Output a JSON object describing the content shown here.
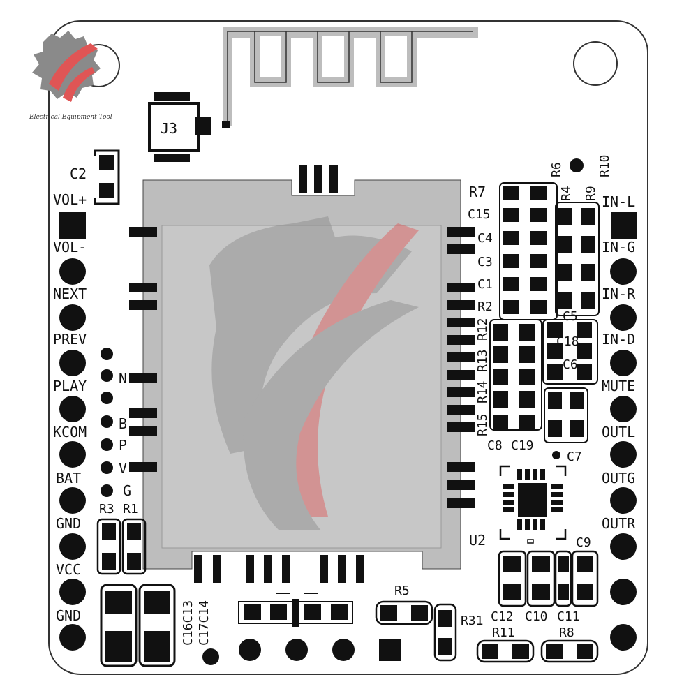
{
  "logo": {
    "caption": "Electrical Equipment Tool"
  },
  "connector_label": "J3",
  "left_pins": [
    "VOL+",
    "VOL-",
    "NEXT",
    "PREV",
    "PLAY",
    "KCOM",
    "BAT",
    "GND",
    "VCC",
    "GND"
  ],
  "right_pins": [
    "IN-L",
    "IN-G",
    "IN-R",
    "IN-D",
    "MUTE",
    "OUTL",
    "OUTG",
    "OUTR"
  ],
  "module_test_labels": [
    "N",
    "B",
    "P",
    "V",
    "G"
  ],
  "components": {
    "C2": "C2",
    "R3": "R3",
    "R1": "R1",
    "C16C13": "C16C13",
    "C17C14": "C17C14",
    "R5": "R5",
    "R31": "R31",
    "R11": "R11",
    "R8": "R8",
    "U2": "U2",
    "C9": "C9",
    "C12": "C12",
    "C10": "C10",
    "C11": "C11",
    "C8": "C8",
    "C19": "C19",
    "C7": "C7",
    "R7": "R7",
    "C15": "C15",
    "C4": "C4",
    "C3": "C3",
    "C1": "C1",
    "R2": "R2",
    "R6": "R6",
    "R10": "R10",
    "R4": "R4",
    "R9": "R9",
    "C18": "C18",
    "C6": "C6",
    "C5": "C5",
    "R12": "R12",
    "R13": "R13",
    "R14": "R14",
    "R15": "R15"
  },
  "colors": {
    "board": "#ffffff",
    "outline": "#333333",
    "silk": "#111111",
    "module": "#bdbdbd",
    "logo_red": "#e05555",
    "logo_gray": "#8a8a8a"
  }
}
